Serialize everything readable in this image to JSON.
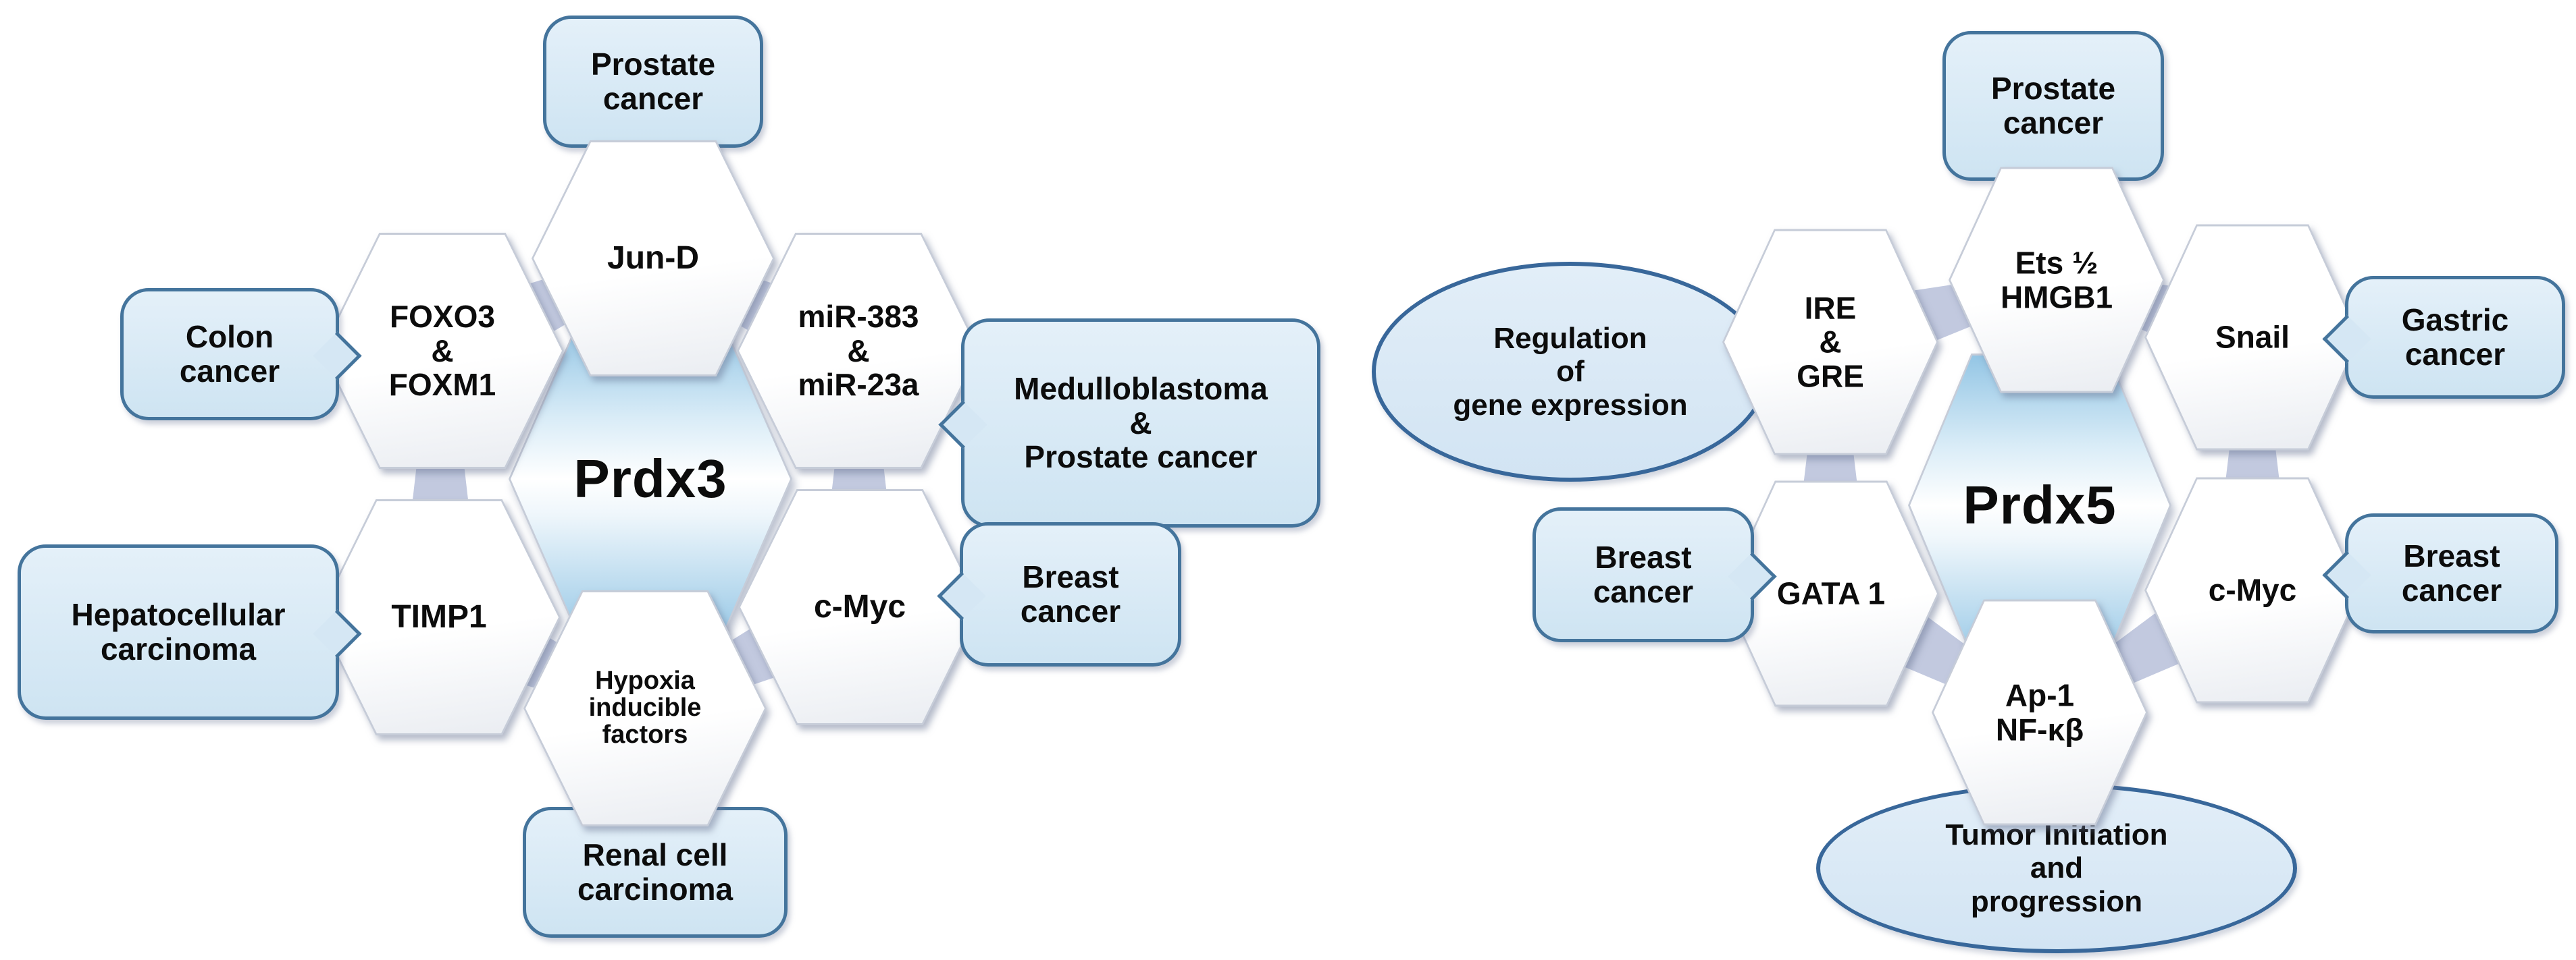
{
  "figure": {
    "description_visible_text_only": true,
    "colors": {
      "background": "#ffffff",
      "callout_fill": "#d5e7f4",
      "callout_border": "#44749c",
      "ellipse_fill": "#d8e8f4",
      "ellipse_border": "#38679a",
      "hexagon_fill": "#ffffff",
      "hexagon_edge": "#c6ccd8",
      "center_hexagon_blue": "#94c6e5",
      "connector": "#c2c9df",
      "text": "#0c0c0c"
    }
  },
  "diagrams": [
    {
      "name": "Prdx3 cluster",
      "center": {
        "label": "Prdx3"
      },
      "hexagons": [
        {
          "id": "jun-d",
          "label": "Jun-D"
        },
        {
          "id": "foxo3-foxm1",
          "label": "FOXO3\n&\nFOXM1"
        },
        {
          "id": "mir383-mir23a",
          "label": "miR-383\n&\nmiR-23a"
        },
        {
          "id": "timp1",
          "label": "TIMP1"
        },
        {
          "id": "c-myc",
          "label": "c-Myc"
        },
        {
          "id": "hypoxia-factors",
          "label": "Hypoxia\ninducible\nfactors"
        }
      ],
      "callouts": [
        {
          "id": "prostate-cancer",
          "label": "Prostate\ncancer"
        },
        {
          "id": "colon-cancer",
          "label": "Colon\ncancer"
        },
        {
          "id": "medulloblastoma-prostate",
          "label": "Medulloblastoma\n&\nProstate cancer"
        },
        {
          "id": "hepatocellular-carcinoma",
          "label": "Hepatocellular\ncarcinoma"
        },
        {
          "id": "breast-cancer",
          "label": "Breast\ncancer"
        },
        {
          "id": "renal-cell-carcinoma",
          "label": "Renal cell\ncarcinoma"
        }
      ]
    },
    {
      "name": "Prdx5 cluster",
      "center": {
        "label": "Prdx5"
      },
      "hexagons": [
        {
          "id": "ets-hmgb1",
          "label": "Ets ½\nHMGB1"
        },
        {
          "id": "ire-gre",
          "label": "IRE\n&\nGRE"
        },
        {
          "id": "snail",
          "label": "Snail"
        },
        {
          "id": "gata1",
          "label": "GATA 1"
        },
        {
          "id": "c-myc",
          "label": "c-Myc"
        },
        {
          "id": "ap1-nfkb",
          "label": "Ap-1\nNF-κβ"
        }
      ],
      "callouts": [
        {
          "id": "prostate-cancer",
          "label": "Prostate\ncancer"
        },
        {
          "id": "gastric-cancer",
          "label": "Gastric\ncancer"
        },
        {
          "id": "breast-cancer-right",
          "label": "Breast\ncancer"
        },
        {
          "id": "breast-cancer-left",
          "label": "Breast\ncancer"
        }
      ],
      "ellipses": [
        {
          "id": "regulation-gene-expression",
          "label": "Regulation\nof\ngene expression"
        },
        {
          "id": "tumor-initiation-progression",
          "label": "Tumor Initiation\nand\nprogression"
        }
      ]
    }
  ]
}
